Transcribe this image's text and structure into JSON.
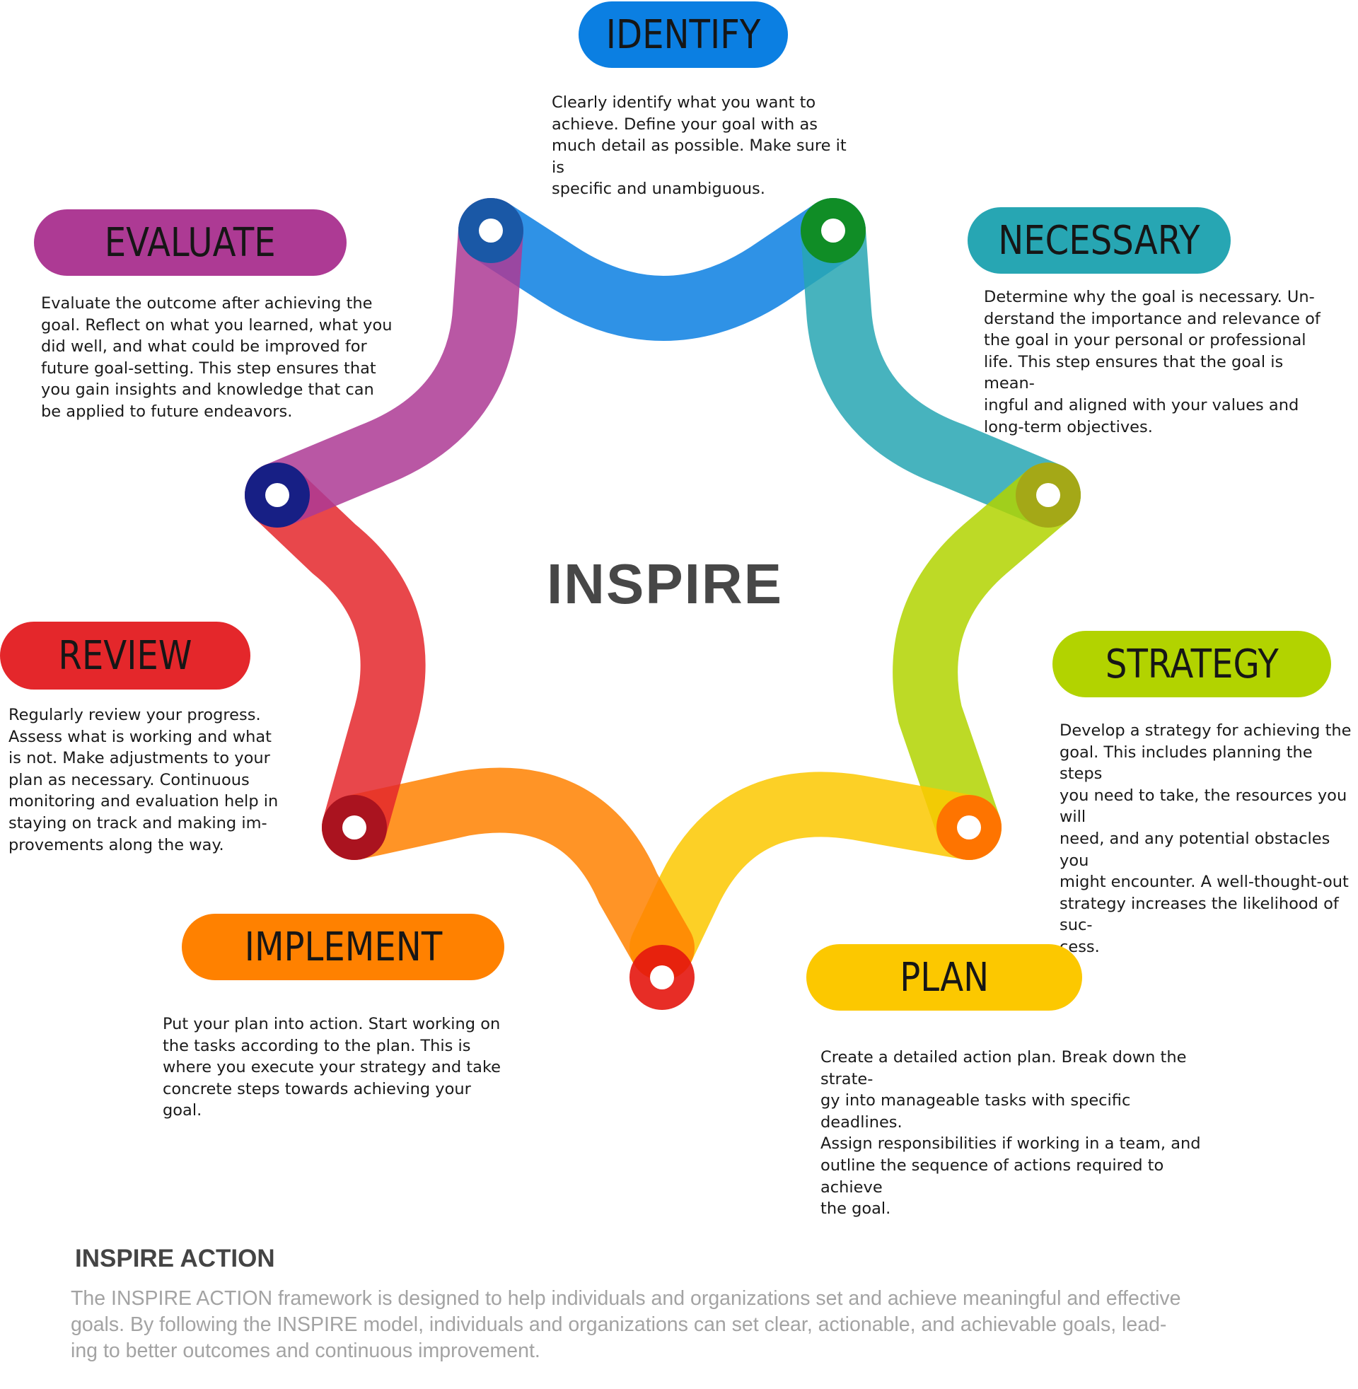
{
  "center": {
    "title": "INSPIRE"
  },
  "steps": [
    {
      "key": "identify",
      "label": "IDENTIFY",
      "color": "#0B7FE2",
      "node_color": "#0C5AA6",
      "description": "Clearly identify what you want to\nachieve. Define your goal with as\nmuch detail as possible. Make sure it is\nspecific and unambiguous."
    },
    {
      "key": "necessary",
      "label": "NECESSARY",
      "color": "#27A6B3",
      "node_color": "#0D8B16",
      "description": "Determine why the goal is necessary. Un-\nderstand the importance and relevance of\nthe goal in your personal or professional\nlife. This step ensures that the goal is mean-\ningful and aligned with your values and\nlong-term objectives."
    },
    {
      "key": "strategy",
      "label": "STRATEGY",
      "color": "#B2D300",
      "node_color": "#A4A317",
      "description": "Develop a strategy for achieving the\ngoal. This includes planning the steps\nyou need to take, the resources you will\nneed, and any potential obstacles you\nmight encounter. A well-thought-out\nstrategy increases the likelihood of suc-\ncess."
    },
    {
      "key": "plan",
      "label": "PLAN",
      "color": "#FCC800",
      "node_color": "#FF6A00",
      "description": "Create a detailed action plan. Break down the strate-\ngy into manageable tasks with specific deadlines.\nAssign responsibilities if working in a team, and\noutline the sequence of actions required to achieve\nthe goal."
    },
    {
      "key": "implement",
      "label": "IMPLEMENT",
      "color": "#FF8100",
      "node_color": "#E4160E",
      "description": "Put your plan into action. Start working on\nthe tasks according to the plan. This is\nwhere you execute your strategy and take\nconcrete steps towards achieving your\ngoal."
    },
    {
      "key": "review",
      "label": "REVIEW",
      "color": "#E4272B",
      "node_color": "#A3101E",
      "description": "Regularly review your progress.\nAssess what is working and what\nis not. Make adjustments to your\nplan as necessary. Continuous\nmonitoring and evaluation help in\nstaying on track and making im-\nprovements along the way."
    },
    {
      "key": "evaluate",
      "label": "EVALUATE",
      "color": "#AD3A94",
      "node_color": "#051D85",
      "description": "Evaluate the outcome after achieving the\ngoal. Reflect on what you learned, what you\ndid well, and what could be improved for\nfuture goal-setting. This step ensures that\nyou gain insights and knowledge that can\nbe applied to future endeavors."
    }
  ],
  "footer": {
    "heading": "INSPIRE ACTION",
    "text": "The INSPIRE ACTION framework is designed to help individuals and organizations set and achieve meaningful and effective\ngoals. By following the INSPIRE model, individuals and organizations can set clear, actionable, and achievable goals, lead-\ning to better outcomes and continuous improvement."
  }
}
